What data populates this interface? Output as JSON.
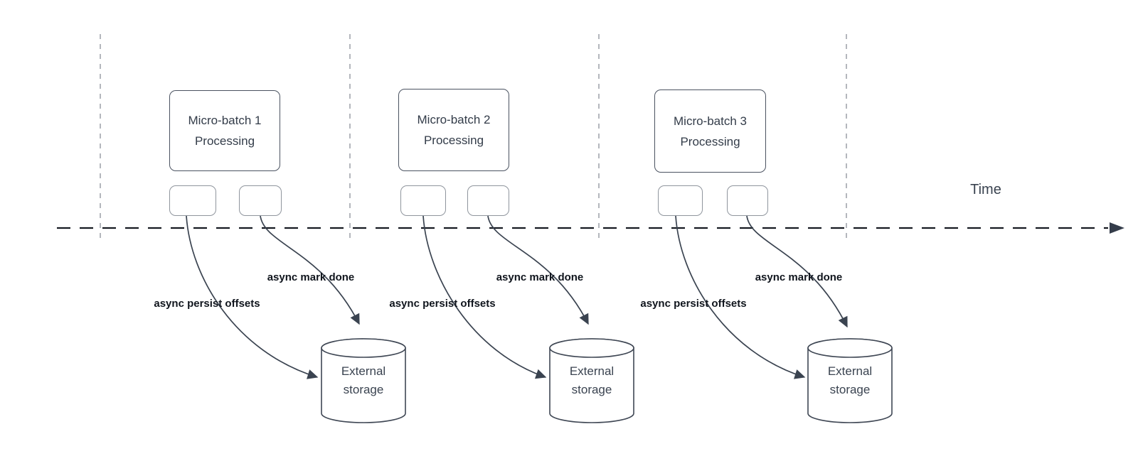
{
  "diagram": {
    "time_axis_label": "Time",
    "groups": [
      {
        "box_line1": "Micro-batch 1",
        "box_line2": "Processing",
        "persist_label": "async persist offsets",
        "mark_done_label": "async mark done",
        "storage_line1": "External",
        "storage_line2": "storage"
      },
      {
        "box_line1": "Micro-batch 2",
        "box_line2": "Processing",
        "persist_label": "async persist offsets",
        "mark_done_label": "async mark done",
        "storage_line1": "External",
        "storage_line2": "storage"
      },
      {
        "box_line1": "Micro-batch 3",
        "box_line2": "Processing",
        "persist_label": "async persist offsets",
        "mark_done_label": "async mark done",
        "storage_line1": "External",
        "storage_line2": "storage"
      }
    ],
    "colors": {
      "shape_stroke": "#3f4754",
      "box_stroke": "#4a5260",
      "small_rect_stroke": "#8f959d",
      "box_text": "#333c49",
      "flow_label_text": "#10151d",
      "timeline": "#161b22",
      "guide_line": "#b4b7bd",
      "background": "#ffffff"
    }
  }
}
